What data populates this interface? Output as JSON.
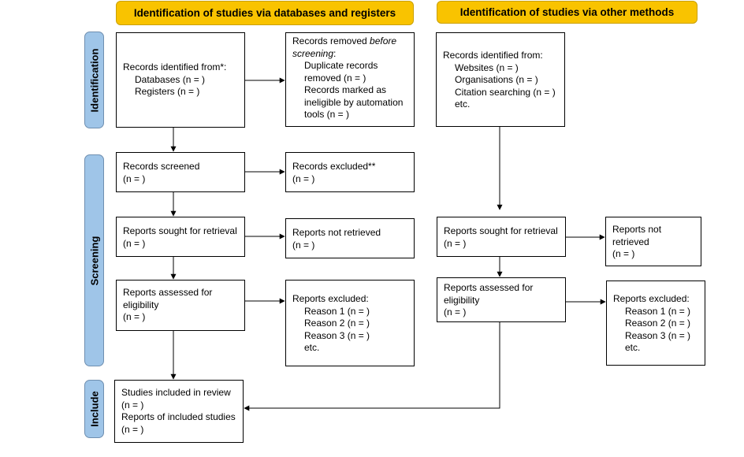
{
  "headers": {
    "databases": "Identification of studies via databases and registers",
    "other": "Identification of studies via other methods"
  },
  "stages": {
    "identification": "Identification",
    "screening": "Screening",
    "include": "Include"
  },
  "boxes": {
    "records_identified": {
      "l1": "Records identified from*:",
      "l2": "Databases (n = )",
      "l3": "Registers (n = )"
    },
    "records_removed": {
      "l1a": "Records removed ",
      "l1b": "before",
      "l2": "screening",
      "l2b": ":",
      "l3": "Duplicate records",
      "l4": "removed  (n = )",
      "l5": "Records marked as",
      "l6": "ineligible by automation",
      "l7": "tools (n = )"
    },
    "records_screened": {
      "l1": "Records screened",
      "l2": "(n = )"
    },
    "records_excluded": {
      "l1": "Records excluded**",
      "l2": "(n = )"
    },
    "reports_sought": {
      "l1": "Reports sought for retrieval",
      "l2": "(n = )"
    },
    "reports_not_retrieved": {
      "l1": "Reports not retrieved",
      "l2": "(n = )"
    },
    "reports_assessed": {
      "l1": "Reports assessed for",
      "l2": "eligibility",
      "l3": "(n = )"
    },
    "reports_excluded": {
      "l1": "Reports excluded:",
      "l2": "Reason 1 (n = )",
      "l3": "Reason 2 (n = )",
      "l4": "Reason 3 (n = )",
      "l5": "etc."
    },
    "studies_included": {
      "l1": "Studies included in review",
      "l2": "(n = )",
      "l3": "Reports of included studies",
      "l4": "(n = )"
    },
    "other_identified": {
      "l1": "Records identified from:",
      "l2": "Websites (n = )",
      "l3": "Organisations (n = )",
      "l4": "Citation searching (n = )",
      "l5": "etc."
    },
    "other_sought": {
      "l1": "Reports sought for retrieval",
      "l2": "(n = )"
    },
    "other_not_retrieved": {
      "l1": "Reports not",
      "l2": "retrieved",
      "l3": "(n = )"
    },
    "other_assessed": {
      "l1": "Reports assessed for",
      "l2": "eligibility",
      "l3": "(n = )"
    },
    "other_excluded": {
      "l1": "Reports excluded:",
      "l2": "Reason 1 (n = )",
      "l3": "Reason 2 (n = )",
      "l4": "Reason 3 (n = )",
      "l5": "etc."
    }
  },
  "colors": {
    "header_fill": "#f9c300",
    "stage_fill": "#9fc5e8",
    "line": "#000000"
  }
}
